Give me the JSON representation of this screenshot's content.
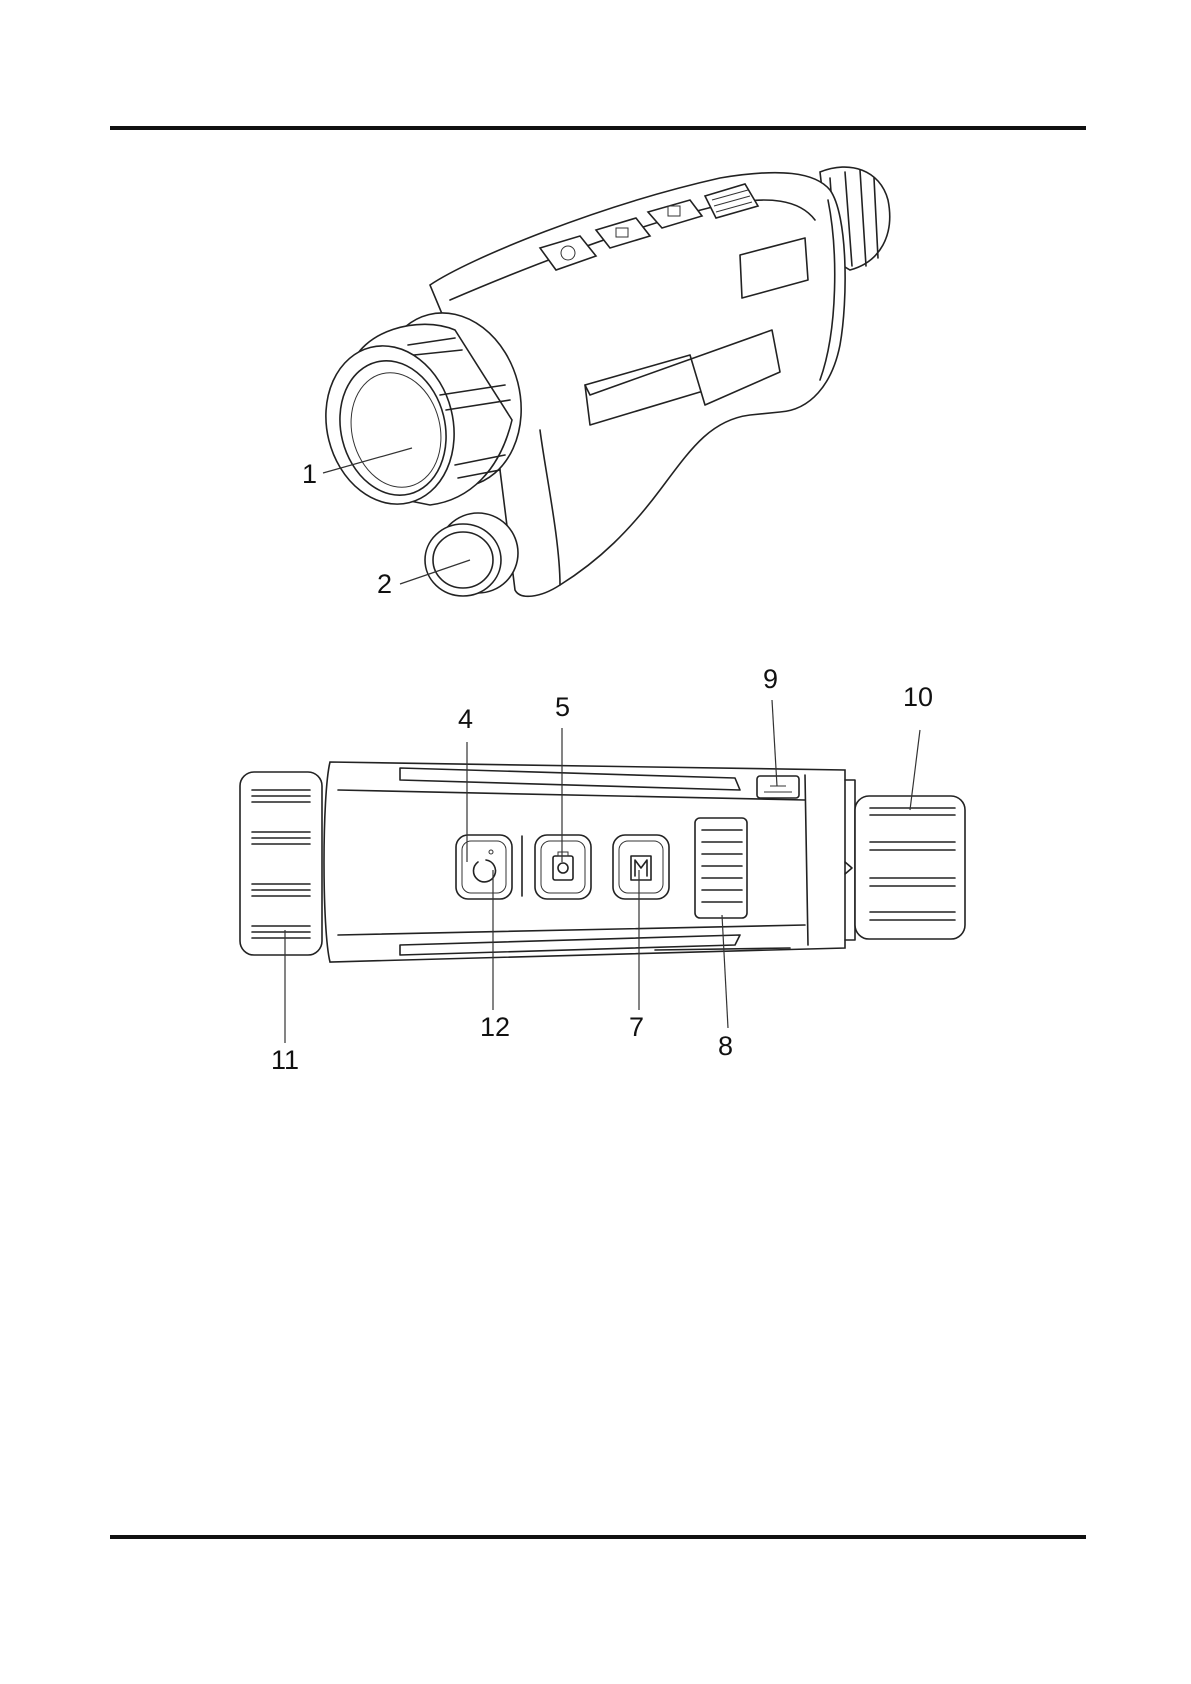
{
  "callouts": {
    "c1": "1",
    "c2": "2",
    "c4": "4",
    "c5": "5",
    "c7": "7",
    "c8": "8",
    "c9": "9",
    "c10": "10",
    "c11": "11",
    "c12": "12"
  },
  "icons": [
    "power-icon",
    "camera-icon",
    "menu-icon"
  ]
}
